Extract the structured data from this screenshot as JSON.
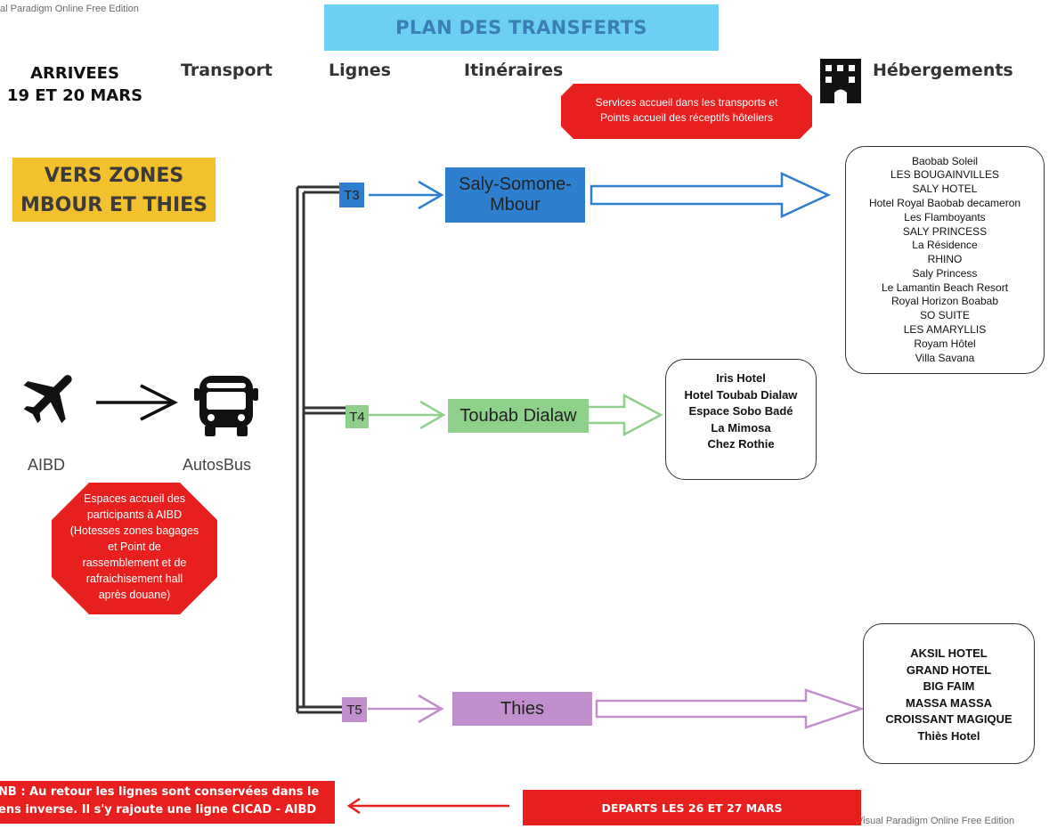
{
  "watermark_top": "al Paradigm Online Free Edition",
  "watermark_bottom": "Visual Paradigm Online Free Edition",
  "title": "PLAN DES TRANSFERTS",
  "header": {
    "arrivees_line1": "ARRIVEES",
    "arrivees_line2": "19 ET 20 MARS",
    "transport": "Transport",
    "lignes": "Lignes",
    "itineraires": "Itinéraires",
    "hebergements": "Hébergements"
  },
  "services_note": [
    "Services accueil dans les transports et",
    "Points accueil des réceptifs hôteliers"
  ],
  "zone_label": [
    "VERS ZONES",
    "MBOUR ET THIES"
  ],
  "origin": {
    "airport": "AIBD",
    "bus": "AutosBus"
  },
  "accueil_note": [
    "Espaces accueil des",
    "participants à AIBD",
    "(Hotesses zones bagages",
    "et Point de",
    "rassemblement et de",
    "rafraichisement  hall",
    "après douane)"
  ],
  "lines": [
    {
      "id": "T3",
      "destination_lines": [
        "Saly-Somone-",
        "Mbour"
      ],
      "color": "#2f7fd1",
      "hotels": [
        "Baobab Soleil",
        "LES BOUGAINVILLES",
        "SALY HOTEL",
        "Hotel Royal Baobab decameron",
        "Les Flamboyants",
        "SALY PRINCESS",
        "La Résidence",
        "RHINO",
        "Saly Princess",
        "Le Lamantin Beach Resort",
        "Royal Horizon Boabab",
        "SO SUITE",
        "LES AMARYLLIS",
        "Royam Hôtel",
        "Villa Savana"
      ]
    },
    {
      "id": "T4",
      "destination_lines": [
        "Toubab Dialaw"
      ],
      "color": "#8fd18a",
      "hotels": [
        "Iris Hotel",
        "Hotel Toubab Dialaw",
        "Espace Sobo Badé",
        "La Mimosa",
        "Chez Rothie"
      ]
    },
    {
      "id": "T5",
      "destination_lines": [
        "Thies"
      ],
      "color": "#c18fcc",
      "hotels": [
        "AKSIL HOTEL",
        "GRAND HOTEL",
        "BIG FAIM",
        "MASSA MASSA",
        "CROISSANT MAGIQUE",
        "Thiès Hotel"
      ]
    }
  ],
  "footer_note": [
    "NB : Au retour les lignes sont conservées dans le",
    "ens inverse. Il s'y rajoute une ligne CICAD - AIBD"
  ],
  "departs": "DEPARTS LES 26 ET 27 MARS",
  "colors": {
    "title_bg": "#6cd0f2",
    "yellow": "#f2c12e",
    "red": "#e81f1f",
    "t3": "#2f7fd1",
    "t4": "#8fd18a",
    "t5": "#c18fcc"
  },
  "icons": [
    "airplane-icon",
    "arrow-right-icon",
    "bus-icon",
    "building-icon"
  ]
}
